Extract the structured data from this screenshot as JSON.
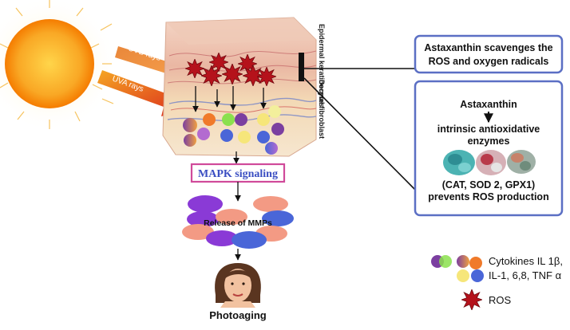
{
  "rays": {
    "uvb": "UVB rays",
    "uva": "UVA rays"
  },
  "skin_layers": {
    "epidermal": "Epidermal keratinocytes",
    "dermal": "Dermal fibroblast"
  },
  "mapk": "MAPK signaling",
  "mmps": "Release of MMPs",
  "outcome": "Photoaging",
  "box1": {
    "line1": "Astaxanthin scavenges the",
    "line2": "ROS and oxygen radicals"
  },
  "box2": {
    "title": "Astaxanthin",
    "line1": "intrinsic antioxidative",
    "line2": "enzymes",
    "line3": "(CAT, SOD 2, GPX1)",
    "line4": "prevents ROS production"
  },
  "legend": {
    "cytokines_line1": "Cytokines IL 1β,",
    "cytokines_line2": "IL-1, 6,8, TNF α",
    "ros": "ROS"
  },
  "colors": {
    "sun": "#f7941d",
    "box_border": "#5b6fc4",
    "mapk_border": "#d04a9a",
    "ros": "#b5121b",
    "uva_arrow": "#d9241c",
    "uvb_arrow": "#f07a2a"
  }
}
